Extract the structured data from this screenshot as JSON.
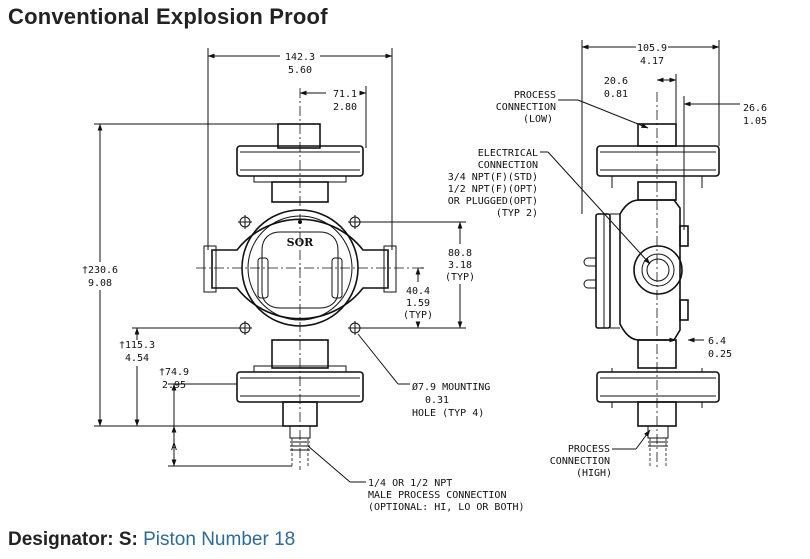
{
  "title": "Conventional Explosion Proof",
  "footer": {
    "designator_label": "Designator: S: ",
    "designator_value": "Piston Number 18"
  },
  "logo_text": "SOR",
  "dims": {
    "width_mm": "142.3",
    "width_in": "5.60",
    "half_width_mm": "71.1",
    "half_width_in": "2.80",
    "height_mm": "†230.6",
    "height_in": "9.08",
    "center_mm": "†115.3",
    "center_in": "4.54",
    "lower_mm": "†74.9",
    "lower_in": "2.95",
    "a_label": "A",
    "bolt_a_mm": "80.8",
    "bolt_a_in": "3.18",
    "bolt_a_typ": "(TYP)",
    "bolt_b_mm": "40.4",
    "bolt_b_in": "1.59",
    "bolt_b_typ": "(TYP)",
    "side_width_mm": "105.9",
    "side_width_in": "4.17",
    "low_offset_mm": "20.6",
    "low_offset_in": "0.81",
    "right_offset_mm": "26.6",
    "right_offset_in": "1.05",
    "small_mm": "6.4",
    "small_in": "0.25"
  },
  "notes": {
    "mounting_1": "Ø7.9 MOUNTING",
    "mounting_2": "0.31",
    "mounting_3": "HOLE (TYP 4)",
    "npt_1": "1/4 OR 1/2 NPT",
    "npt_2": "MALE PROCESS CONNECTION",
    "npt_3": "(OPTIONAL: HI, LO OR BOTH)",
    "proc_low_1": "PROCESS",
    "proc_low_2": "CONNECTION",
    "proc_low_3": "(LOW)",
    "elec_1": "ELECTRICAL",
    "elec_2": "CONNECTION",
    "elec_3": "3/4 NPT(F)(STD)",
    "elec_4": "1/2 NPT(F)(OPT)",
    "elec_5": "OR PLUGGED(OPT)",
    "elec_6": "(TYP 2)",
    "proc_high_1": "PROCESS",
    "proc_high_2": "CONNECTION",
    "proc_high_3": "(HIGH)"
  }
}
